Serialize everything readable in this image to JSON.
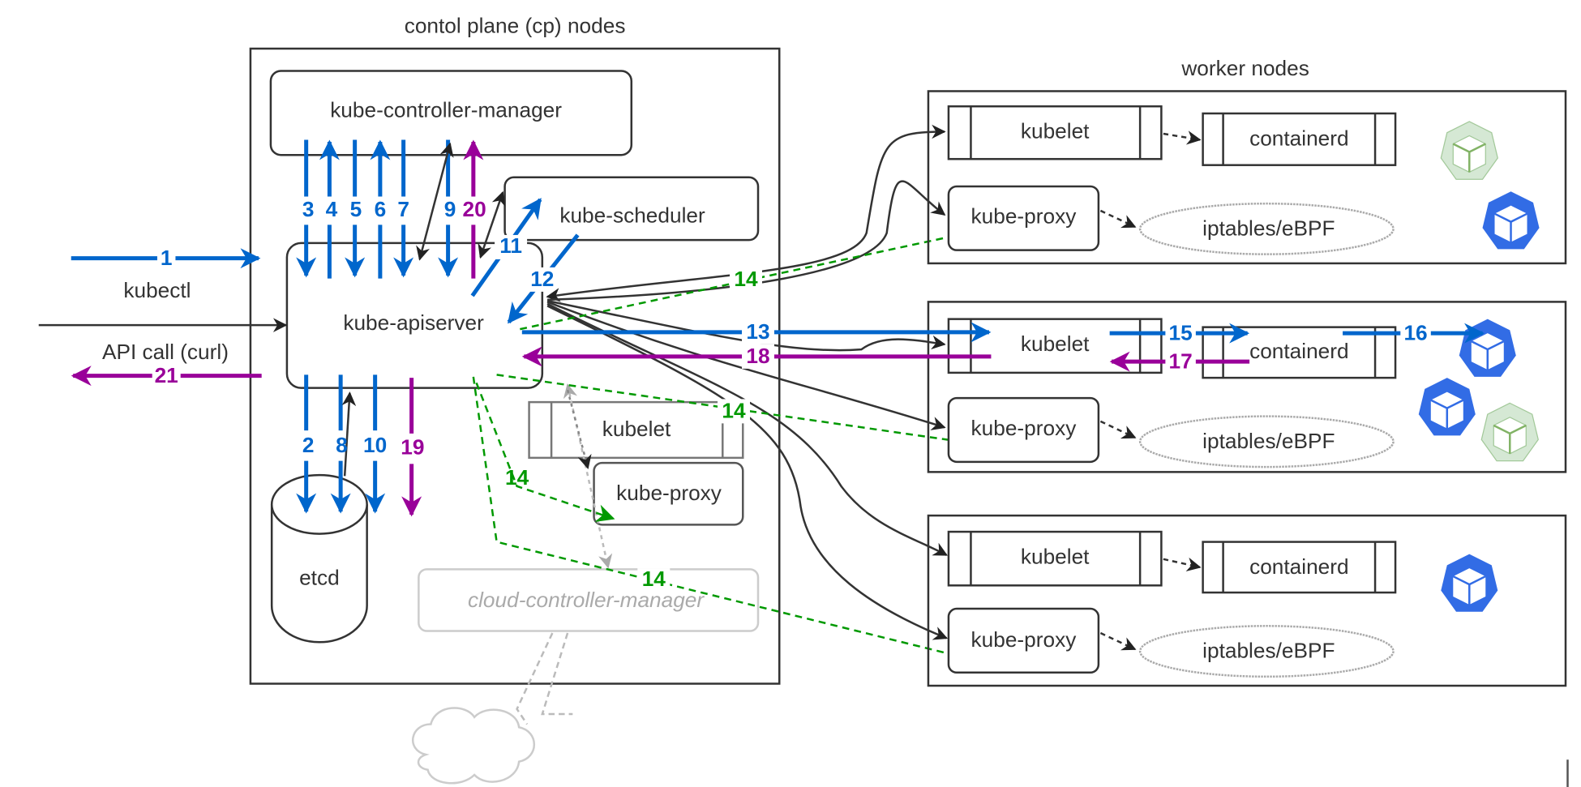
{
  "control_plane": {
    "title": "contol plane (cp) nodes",
    "components": {
      "controller_manager": "kube-controller-manager",
      "scheduler": "kube-scheduler",
      "apiserver": "kube-apiserver",
      "etcd": "etcd",
      "cloud_controller_manager": "cloud-controller-manager",
      "kubelet": "kubelet",
      "kube_proxy": "kube-proxy"
    }
  },
  "clients": {
    "kubectl": "kubectl",
    "api_call": "API call (curl)"
  },
  "worker_nodes": {
    "title": "worker nodes",
    "nodes": [
      {
        "kubelet": "kubelet",
        "runtime": "containerd",
        "kube_proxy": "kube-proxy",
        "dataplane": "iptables/eBPF"
      },
      {
        "kubelet": "kubelet",
        "runtime": "containerd",
        "kube_proxy": "kube-proxy",
        "dataplane": "iptables/eBPF"
      },
      {
        "kubelet": "kubelet",
        "runtime": "containerd",
        "kube_proxy": "kube-proxy",
        "dataplane": "iptables/eBPF"
      }
    ]
  },
  "steps": {
    "s1": "1",
    "s2": "2",
    "s3": "3",
    "s4": "4",
    "s5": "5",
    "s6": "6",
    "s7": "7",
    "s8": "8",
    "s9": "9",
    "s10": "10",
    "s11": "11",
    "s12": "12",
    "s13": "13",
    "s14": "14",
    "s15": "15",
    "s16": "16",
    "s17": "17",
    "s18": "18",
    "s19": "19",
    "s20": "20",
    "s21": "21"
  },
  "colors": {
    "request": "#0066cc",
    "response": "#990099",
    "watch": "#009900",
    "pod_icon": "#326ce5",
    "pod_icon_pending": "#82b366"
  },
  "icons": [
    "kubernetes-pod-icon",
    "cloud-icon"
  ]
}
